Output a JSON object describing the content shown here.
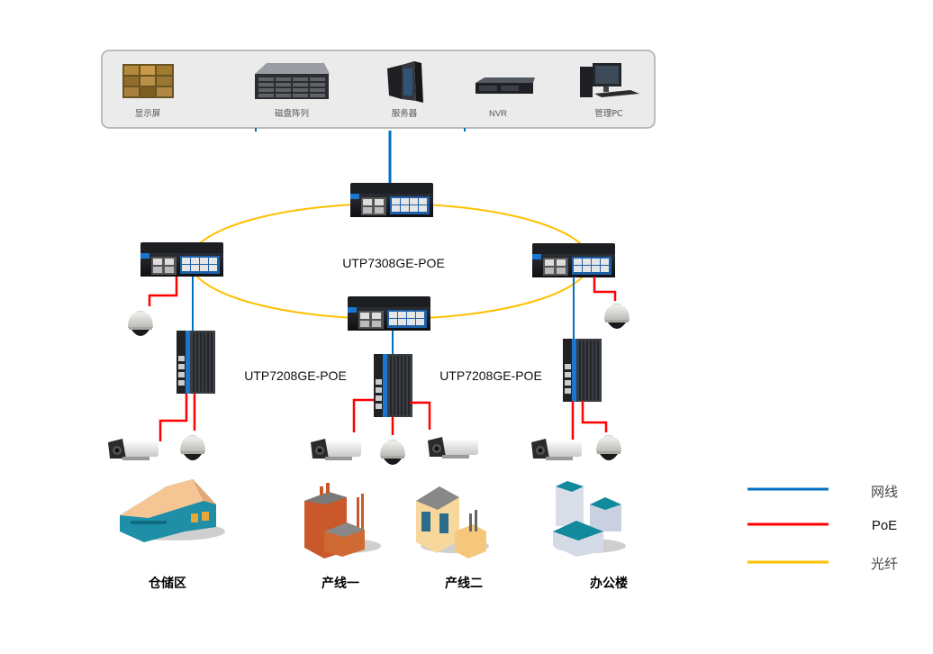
{
  "center_devices": {
    "items": [
      {
        "label": "显示屏",
        "icon": "video-wall-icon"
      },
      {
        "label": "磁盘阵列",
        "icon": "disk-array-icon"
      },
      {
        "label": "服务器",
        "icon": "server-icon"
      },
      {
        "label": "NVR",
        "icon": "nvr-icon"
      },
      {
        "label": "管理PC",
        "icon": "pc-icon"
      }
    ]
  },
  "ring": {
    "label": "UTP7308GE-POE"
  },
  "access_switches": {
    "label_left": "UTP7208GE-POE",
    "label_right": "UTP7208GE-POE"
  },
  "sites": [
    {
      "label": "仓储区",
      "icon": "warehouse-icon"
    },
    {
      "label": "产线一",
      "icon": "factory-one-icon"
    },
    {
      "label": "产线二",
      "icon": "factory-two-icon"
    },
    {
      "label": "办公楼",
      "icon": "office-building-icon"
    }
  ],
  "legend": {
    "items": [
      {
        "label": "网线",
        "color": "#0070C0"
      },
      {
        "label": "PoE",
        "color": "#FF0000"
      },
      {
        "label": "光纤",
        "color": "#FFC000"
      }
    ]
  }
}
